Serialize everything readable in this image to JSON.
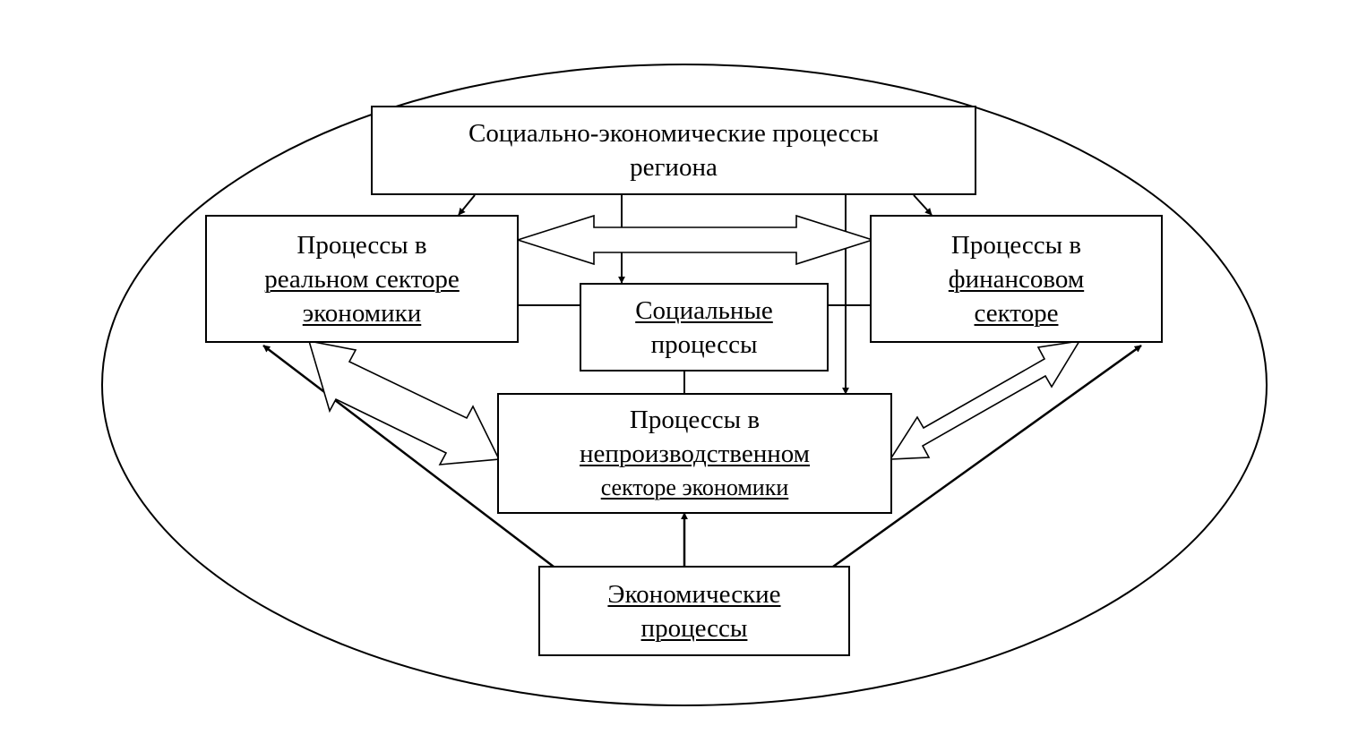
{
  "nodes": {
    "top": {
      "lines": [
        "Социально-экономические процессы",
        "региона"
      ]
    },
    "real": {
      "lines": [
        "Процессы в",
        "реальном секторе",
        "экономики"
      ]
    },
    "financial": {
      "lines": [
        "Процессы в",
        "финансовом",
        "секторе"
      ]
    },
    "social": {
      "lines": [
        "Социальные",
        "процессы"
      ]
    },
    "nonprod": {
      "lines": [
        "Процессы в",
        "непроизводственном",
        "секторе экономики"
      ]
    },
    "economic": {
      "lines": [
        "Экономические",
        "процессы"
      ]
    }
  },
  "colors": {
    "stroke": "#000000",
    "background": "#ffffff"
  }
}
